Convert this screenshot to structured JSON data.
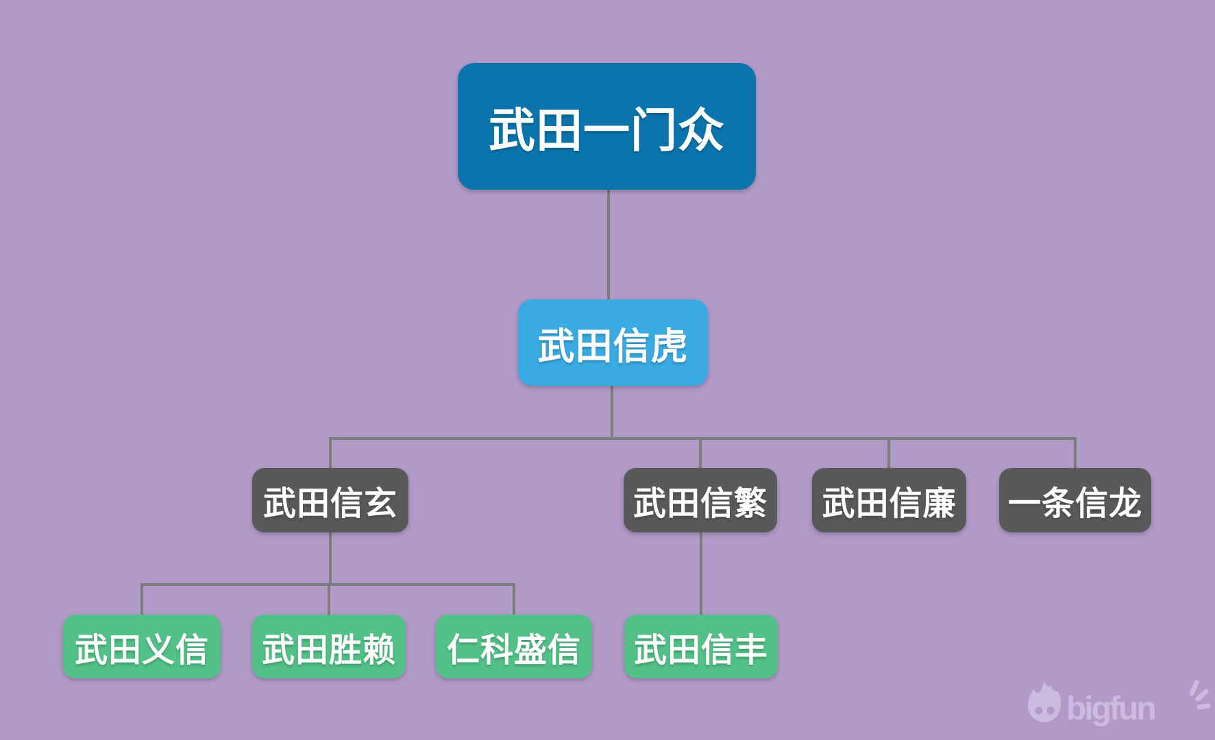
{
  "diagram": {
    "type": "family-tree-org-chart",
    "background_color": "#b19ac8",
    "connector_color": "#7c7c7c",
    "text_color": "#ffffff"
  },
  "nodes": {
    "root": {
      "label": "武田一门众",
      "level": 1,
      "color": "#0b74ac"
    },
    "nobutora": {
      "label": "武田信虎",
      "level": 2,
      "color": "#3aabe2"
    },
    "shingen": {
      "label": "武田信玄",
      "level": 3,
      "color": "#595959"
    },
    "nobushige": {
      "label": "武田信繁",
      "level": 3,
      "color": "#595959"
    },
    "nobukado": {
      "label": "武田信廉",
      "level": 3,
      "color": "#595959"
    },
    "nobutatsu": {
      "label": "一条信龙",
      "level": 3,
      "color": "#595959"
    },
    "yoshinobu": {
      "label": "武田义信",
      "level": 4,
      "color": "#52c187"
    },
    "katsuyori": {
      "label": "武田胜赖",
      "level": 4,
      "color": "#52c187"
    },
    "morinobu": {
      "label": "仁科盛信",
      "level": 4,
      "color": "#52c187"
    },
    "nobutoyo": {
      "label": "武田信丰",
      "level": 4,
      "color": "#52c187"
    }
  },
  "hierarchy": {
    "武田一门众": [
      "武田信虎"
    ],
    "武田信虎": [
      "武田信玄",
      "武田信繁",
      "武田信廉",
      "一条信龙"
    ],
    "武田信玄": [
      "武田义信",
      "武田胜赖",
      "仁科盛信"
    ],
    "武田信繁": [
      "武田信丰"
    ]
  },
  "watermark": {
    "text": "bigfun",
    "icon": "flame-mascot-icon",
    "color": "#cdbbdf"
  }
}
